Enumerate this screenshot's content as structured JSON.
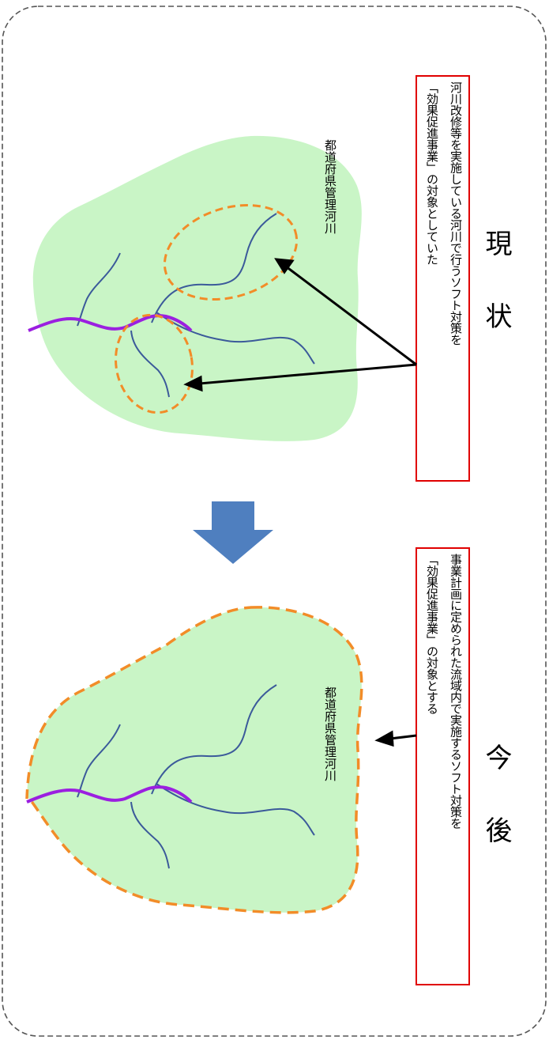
{
  "sections": [
    {
      "heading": "現状",
      "note_lines": [
        "河川改修等を実施している河川で行うソフト対策を",
        "「効果促進事業」の対象としていた"
      ],
      "river_label": "都道府県管理河川"
    },
    {
      "heading": "今後",
      "note_lines": [
        "事業計画に定められた流域内で実施するソフト対策を",
        "「効果促進事業」の対象とする"
      ],
      "river_label": "都道府県管理河川"
    }
  ],
  "colors": {
    "basin_fill": "#c9f5c6",
    "river": "#3b5a9a",
    "main_river": "#9b1fe0",
    "highlight": "#f28c28",
    "note_border": "#e00000",
    "transition_arrow": "#4f7fbf",
    "frame": "#555555"
  },
  "icons": {
    "transition": "down-arrow-icon"
  }
}
